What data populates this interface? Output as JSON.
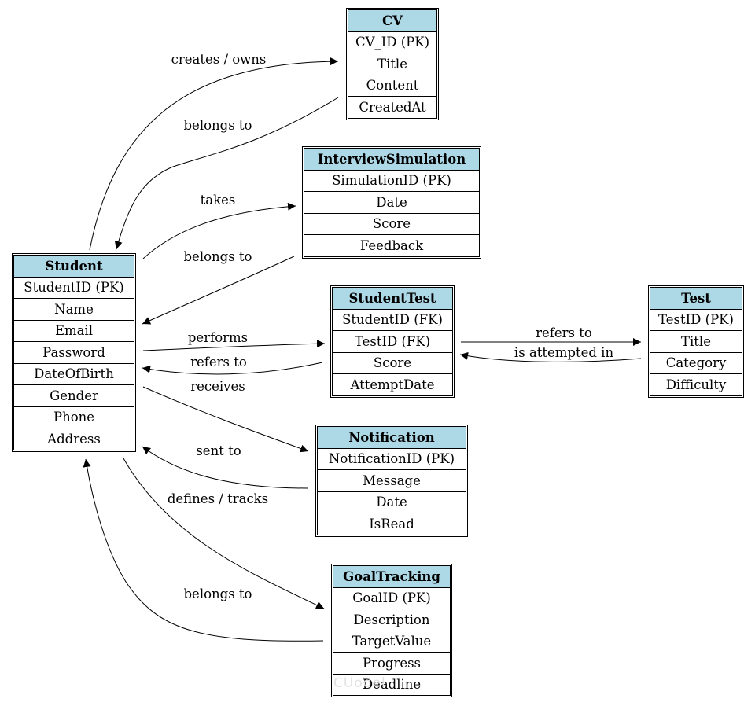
{
  "entities": {
    "cv": {
      "title": "CV",
      "fields": [
        "CV_ID (PK)",
        "Title",
        "Content",
        "CreatedAt"
      ]
    },
    "interview": {
      "title": "InterviewSimulation",
      "fields": [
        "SimulationID (PK)",
        "Date",
        "Score",
        "Feedback"
      ]
    },
    "student": {
      "title": "Student",
      "fields": [
        "StudentID (PK)",
        "Name",
        "Email",
        "Password",
        "DateOfBirth",
        "Gender",
        "Phone",
        "Address"
      ]
    },
    "studenttest": {
      "title": "StudentTest",
      "fields": [
        "StudentID (FK)",
        "TestID (FK)",
        "Score",
        "AttemptDate"
      ]
    },
    "test": {
      "title": "Test",
      "fields": [
        "TestID (PK)",
        "Title",
        "Category",
        "Difficulty"
      ]
    },
    "notification": {
      "title": "Notification",
      "fields": [
        "NotificationID (PK)",
        "Message",
        "Date",
        "IsRead"
      ]
    },
    "goal": {
      "title": "GoalTracking",
      "fields": [
        "GoalID (PK)",
        "Description",
        "TargetValue",
        "Progress",
        "Deadline"
      ]
    }
  },
  "relationships": {
    "creates_owns": "creates / owns",
    "cv_belongs_to": "belongs to",
    "takes": "takes",
    "interview_belongs_to": "belongs to",
    "performs": "performs",
    "st_refers_to_student": "refers to",
    "st_refers_to_test": "refers to",
    "is_attempted_in": "is attempted in",
    "receives": "receives",
    "sent_to": "sent to",
    "defines_tracks": "defines / tracks",
    "goal_belongs_to": "belongs to"
  },
  "colors": {
    "header_fill": "#add8e6",
    "border": "#000000",
    "edge": "#000000"
  },
  "watermark": "CUodel"
}
